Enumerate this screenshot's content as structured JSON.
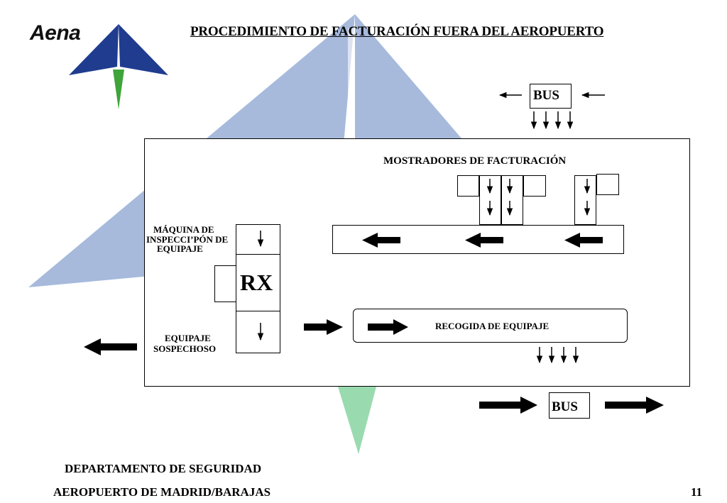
{
  "header": {
    "brand": "Aena",
    "title": "PROCEDIMIENTO DE FACTURACIÓN FUERA DEL AEROPUERTO"
  },
  "diagram": {
    "bus_top": "BUS",
    "bus_bottom": "BUS",
    "counters_label": "MOSTRADORES DE FACTURACIÓN",
    "machine_label_line1": "MÁQUINA DE",
    "machine_label_line2": "INSPECCI’PÓN DE",
    "machine_label_line3": "EQUIPAJE",
    "rx_label": "RX",
    "suspect_label_line1": "EQUIPAJE",
    "suspect_label_line2": "SOSPECHOSO",
    "claim_label": "RECOGIDA DE EQUIPAJE"
  },
  "footer": {
    "department": "DEPARTAMENTO DE SEGURIDAD",
    "airport": "AEROPUERTO DE MADRID/BARAJAS",
    "page_number": "11"
  },
  "colors": {
    "logo_blue": "#1f3c8f",
    "logo_green": "#3fa43a",
    "watermark_blue": "#9db3d8",
    "watermark_green": "#8fd6a6"
  }
}
